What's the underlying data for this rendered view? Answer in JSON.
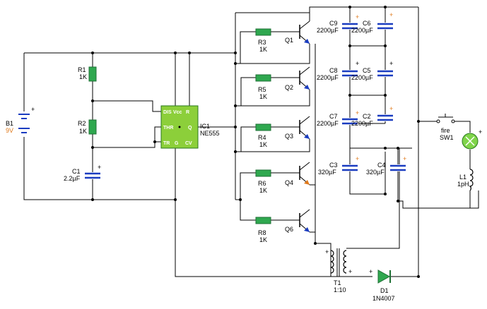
{
  "colors": {
    "wire": "#000000",
    "resistor": "#2fa84f",
    "resistor_lead": "#e07a1c",
    "capacitor": "#1a3cc0",
    "ic": "#8ccf3a",
    "ic_border": "#2a7a1e",
    "diode": "#2fa84f",
    "lamp": "#7fd44a",
    "transistor_arrow": "#1a3cc0",
    "transistor_arrow_alt": "#e07a1c"
  },
  "components": {
    "b1": {
      "ref": "B1",
      "value": "9V"
    },
    "r1": {
      "ref": "R1",
      "value": "1K"
    },
    "r2": {
      "ref": "R2",
      "value": "1K"
    },
    "c1": {
      "ref": "C1",
      "value": "2.2µF"
    },
    "ic1": {
      "ref": "IC1",
      "value": "NE555",
      "pins": {
        "dis": "DIS",
        "vcc": "Vcc",
        "th": "THR",
        "q": "Q",
        "tr": "TR",
        "cv": "CV",
        "gnd": "G",
        "r": "R"
      }
    },
    "r3": {
      "ref": "R3",
      "value": "1K"
    },
    "r5": {
      "ref": "R5",
      "value": "1K"
    },
    "r4": {
      "ref": "R4",
      "value": "1K"
    },
    "r6": {
      "ref": "R6",
      "value": "1K"
    },
    "r8": {
      "ref": "R8",
      "value": "1K"
    },
    "q1": {
      "ref": "Q1"
    },
    "q2": {
      "ref": "Q2"
    },
    "q3": {
      "ref": "Q3"
    },
    "q4": {
      "ref": "Q4"
    },
    "q6": {
      "ref": "Q6"
    },
    "c9": {
      "ref": "C9",
      "value": "2200µF"
    },
    "c6": {
      "ref": "C6",
      "value": "2200µF"
    },
    "c8": {
      "ref": "C8",
      "value": "2200µF"
    },
    "c5": {
      "ref": "C5",
      "value": "2200µF"
    },
    "c7": {
      "ref": "C7",
      "value": "2200µF"
    },
    "c2": {
      "ref": "C2",
      "value": "2200µF"
    },
    "c3": {
      "ref": "C3",
      "value": "320µF"
    },
    "c4": {
      "ref": "C4",
      "value": "320µF"
    },
    "sw1": {
      "ref": "SW1",
      "value": "fire"
    },
    "l1": {
      "ref": "L1",
      "value": "1pH"
    },
    "t1": {
      "ref": "T1",
      "value": "1:10"
    },
    "d1": {
      "ref": "D1",
      "value": "1N4007"
    }
  }
}
